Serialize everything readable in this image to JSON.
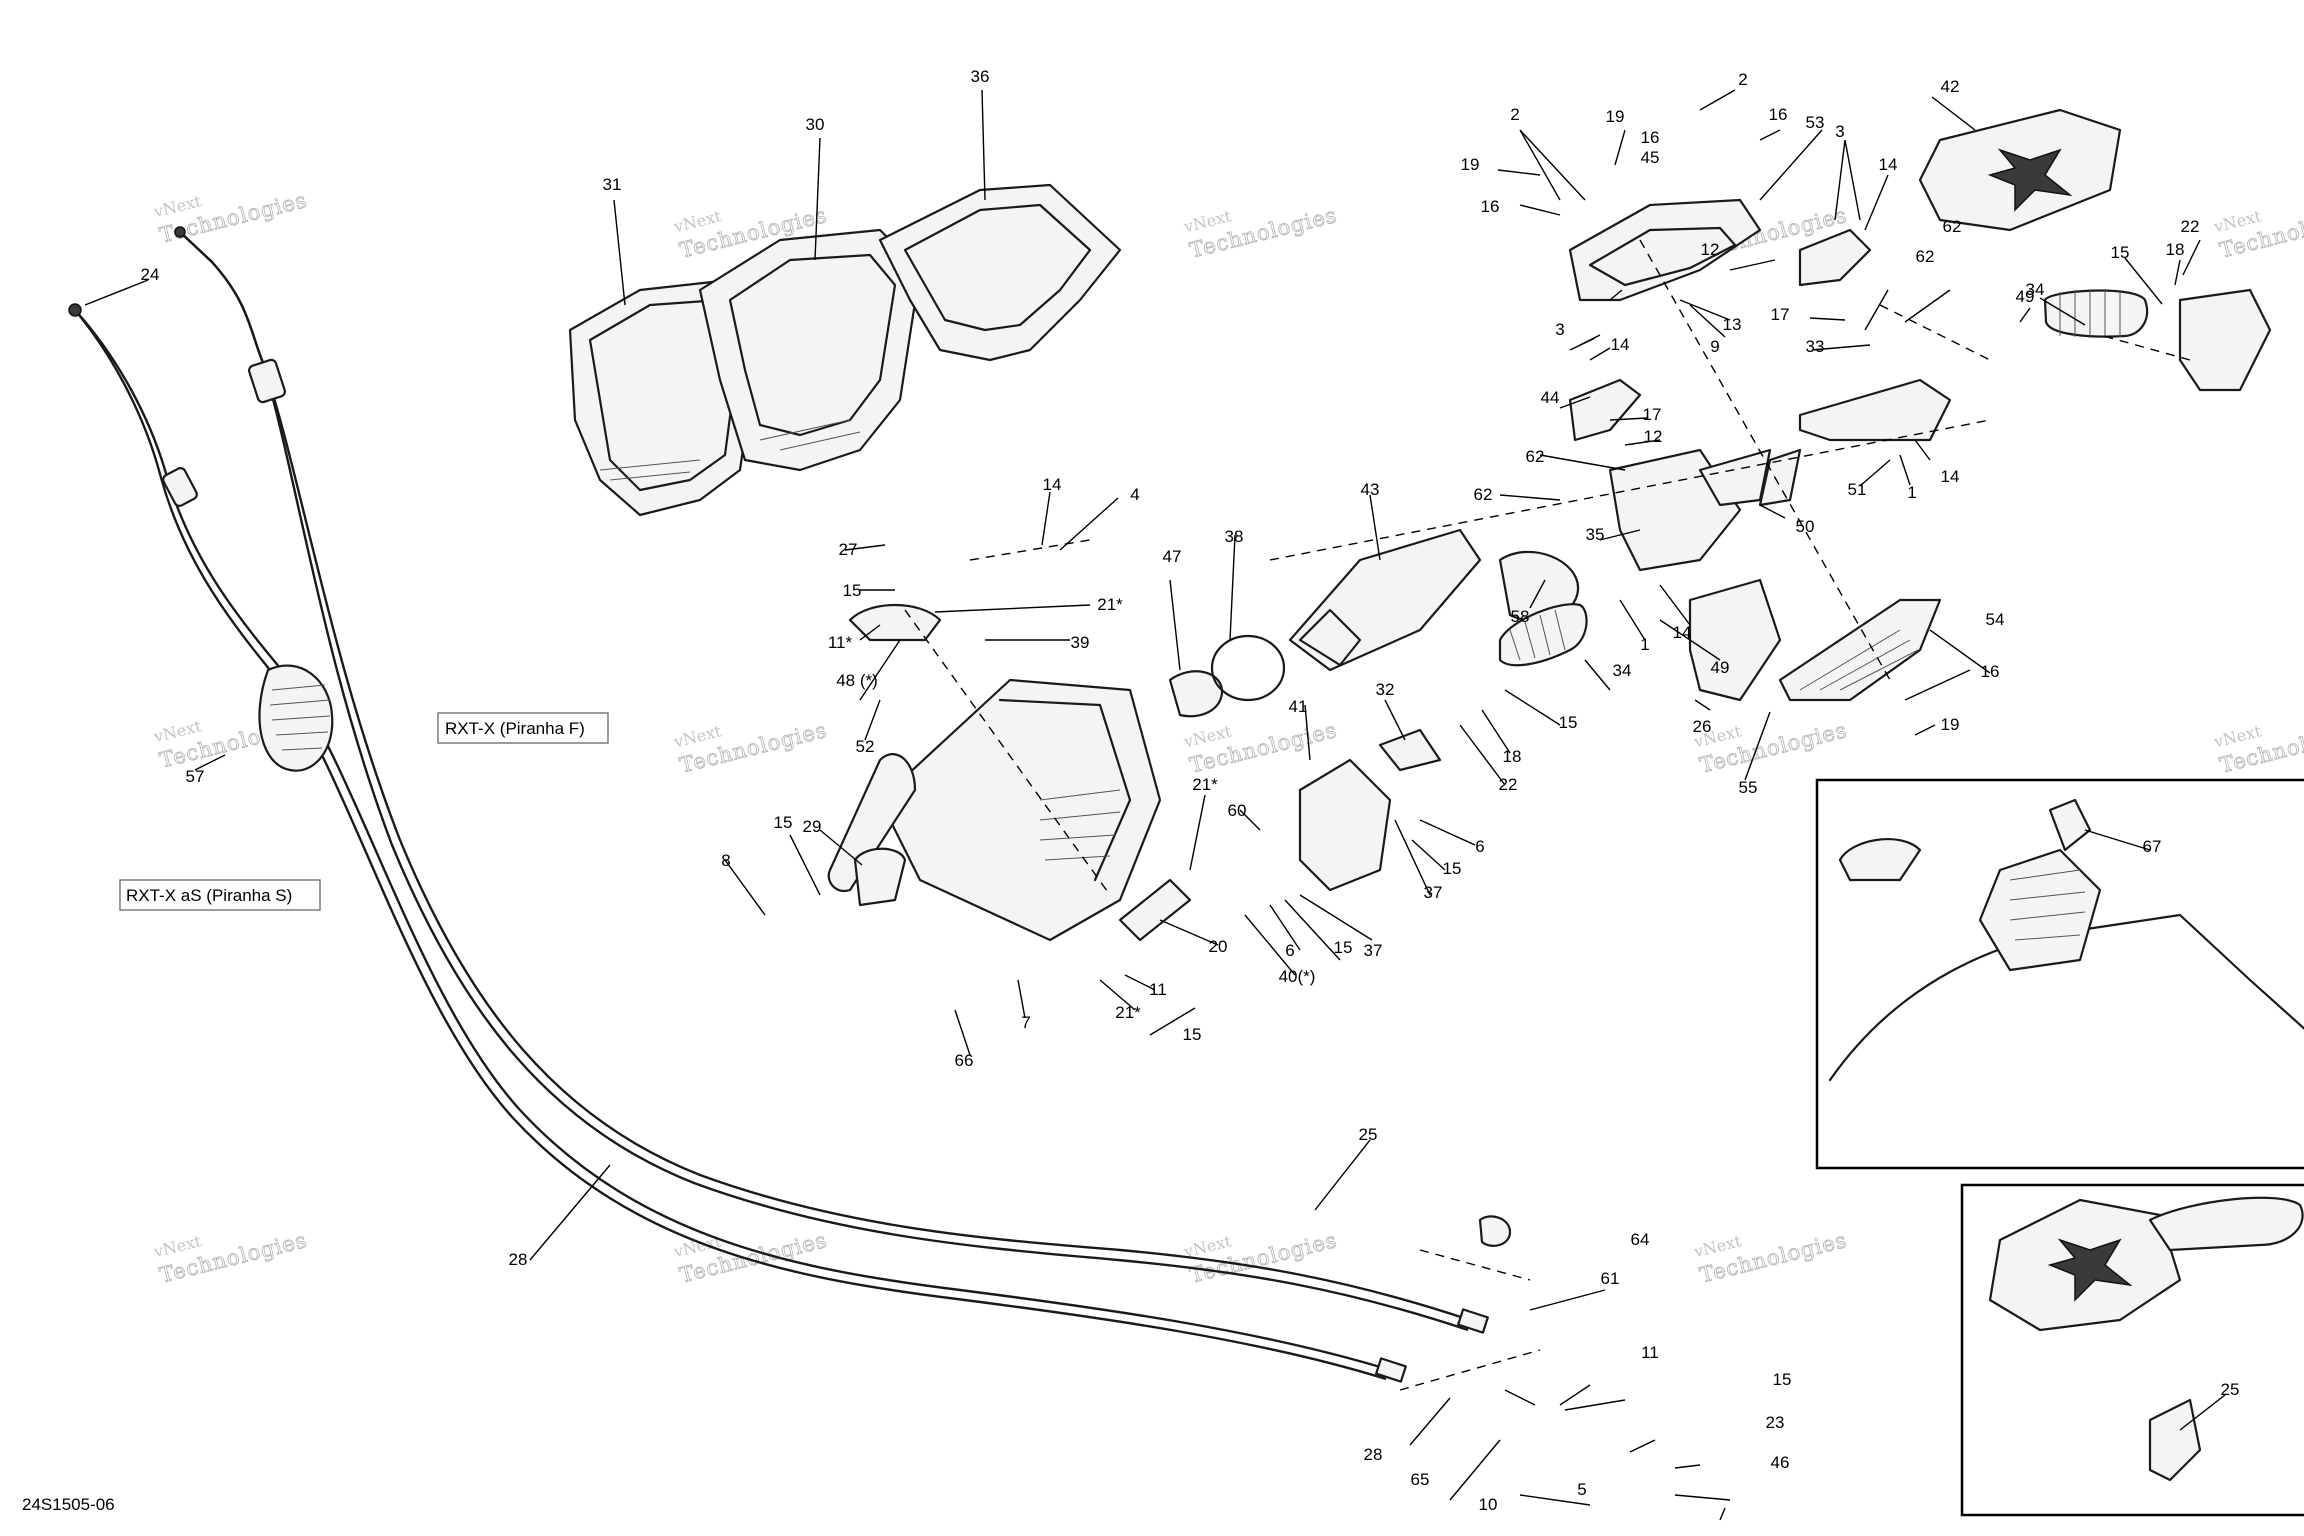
{
  "drawing_number": "24S1505-06",
  "watermark": {
    "line1": "vNext",
    "line2": "Technologies",
    "full": "vNext Technologies"
  },
  "model_labels": [
    "RXT-X (Piranha F)",
    "RXT-X aS (Piranha S)"
  ],
  "callouts": [
    "2",
    "19",
    "16",
    "53",
    "3",
    "14",
    "42",
    "36",
    "30",
    "31",
    "24",
    "2",
    "19",
    "16",
    "16",
    "45",
    "12",
    "17",
    "62",
    "33",
    "62",
    "13",
    "9",
    "22",
    "18",
    "15",
    "34",
    "49",
    "3",
    "14",
    "44",
    "17",
    "12",
    "62",
    "35",
    "62",
    "50",
    "51",
    "1",
    "14",
    "27",
    "14",
    "4",
    "15",
    "21*",
    "11*",
    "39",
    "48 (*)",
    "47",
    "38",
    "43",
    "58",
    "1",
    "14",
    "49",
    "54",
    "16",
    "19",
    "26",
    "55",
    "34",
    "15",
    "18",
    "22",
    "32",
    "57",
    "52",
    "41",
    "21*",
    "60",
    "29",
    "15",
    "8",
    "6",
    "15",
    "37",
    "37",
    "15",
    "6",
    "40(*)",
    "20",
    "11",
    "21*",
    "15",
    "7",
    "66",
    "67",
    "25",
    "25",
    "28",
    "61",
    "64",
    "11",
    "15",
    "23",
    "46",
    "28",
    "65",
    "10",
    "5"
  ]
}
